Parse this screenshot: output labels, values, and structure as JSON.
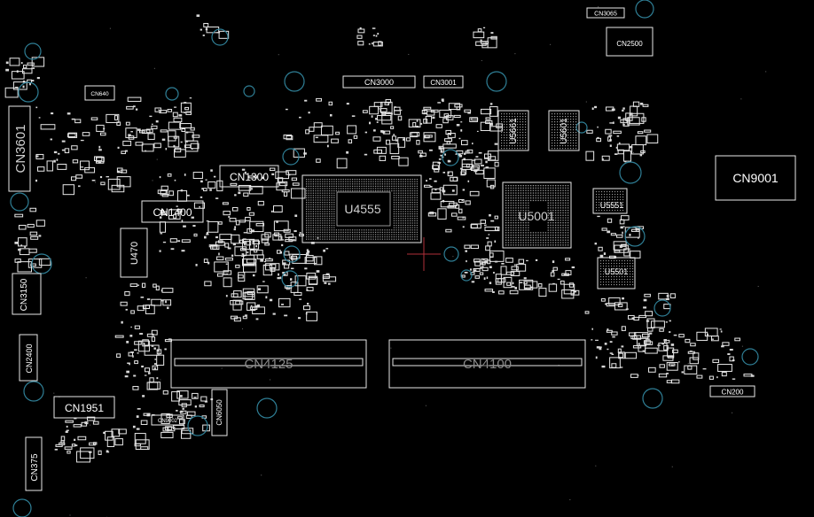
{
  "diagram": {
    "components": [
      {
        "id": "CN3065",
        "label": "CN3065"
      },
      {
        "id": "CN2500",
        "label": "CN2500"
      },
      {
        "id": "CN640",
        "label": "CN640"
      },
      {
        "id": "CN3000",
        "label": "CN3000"
      },
      {
        "id": "CN3001",
        "label": "CN3001"
      },
      {
        "id": "CN3601",
        "label": "CN3601"
      },
      {
        "id": "CN1300",
        "label": "CN1300"
      },
      {
        "id": "CN1400",
        "label": "CN1400"
      },
      {
        "id": "U470",
        "label": "U470"
      },
      {
        "id": "U4555",
        "label": "U4555"
      },
      {
        "id": "U5661",
        "label": "U5661"
      },
      {
        "id": "U5601",
        "label": "U5601"
      },
      {
        "id": "U5001",
        "label": "U5001"
      },
      {
        "id": "U5551",
        "label": "U5551"
      },
      {
        "id": "U5501",
        "label": "U5501"
      },
      {
        "id": "CN9001",
        "label": "CN9001"
      },
      {
        "id": "CN3150",
        "label": "CN3150"
      },
      {
        "id": "CN2400",
        "label": "CN2400"
      },
      {
        "id": "CN4125",
        "label": "CN4125"
      },
      {
        "id": "CN4100",
        "label": "CN4100"
      },
      {
        "id": "CN1951",
        "label": "CN1951"
      },
      {
        "id": "CN9002",
        "label": "CN9002"
      },
      {
        "id": "CN6050",
        "label": "CN6050"
      },
      {
        "id": "CN375",
        "label": "CN375"
      },
      {
        "id": "CN200",
        "label": "CN200"
      }
    ],
    "colors": {
      "background": "#000000",
      "outline": "#e8e8e8",
      "mounting_hole": "#2f7f96",
      "cursor": "#b0303a"
    }
  }
}
